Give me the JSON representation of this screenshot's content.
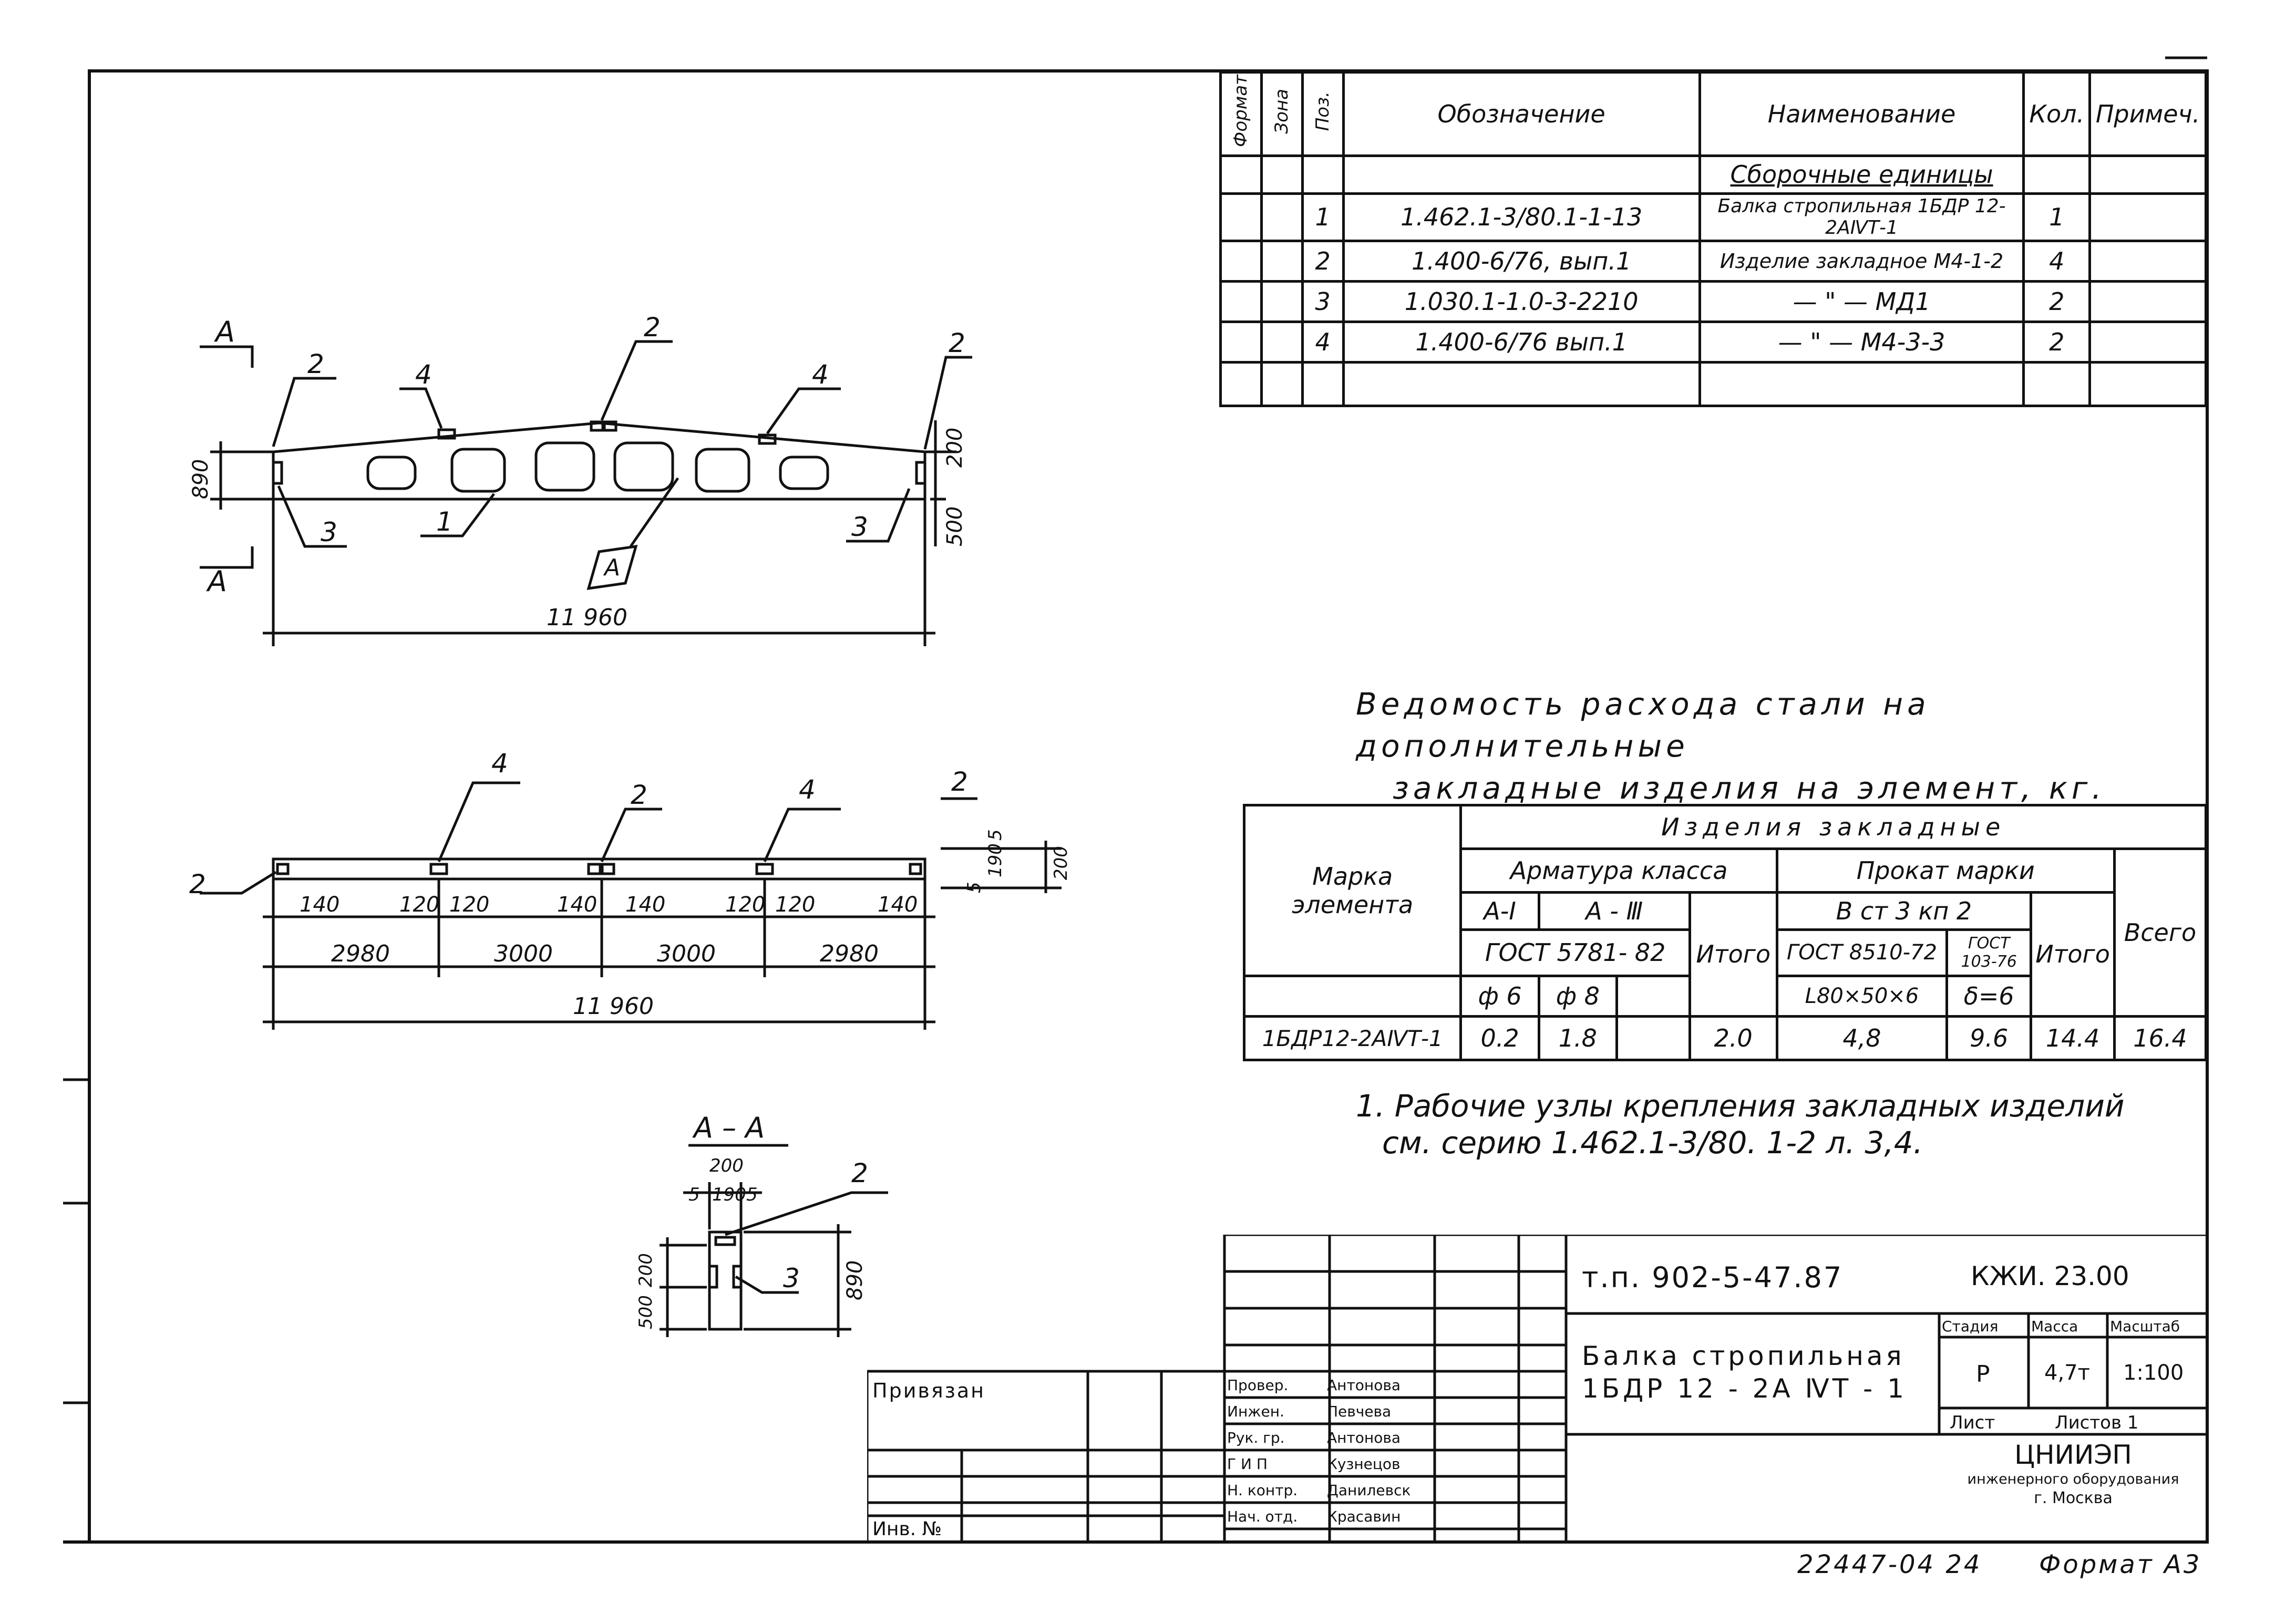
{
  "spec_table": {
    "headers": {
      "format": "Формат",
      "zone": "Зона",
      "pos": "Поз.",
      "designation": "Обозначение",
      "name": "Наименование",
      "qty": "Кол.",
      "note": "Примеч."
    },
    "section": "Сборочные единицы",
    "rows": [
      {
        "pos": "1",
        "designation": "1.462.1-3/80.1-1-13",
        "name": "Балка стропильная 1БДР 12-2АⅣТ-1",
        "qty": "1"
      },
      {
        "pos": "2",
        "designation": "1.400-6/76, вып.1",
        "name": "Изделие закладное М4-1-2",
        "qty": "4"
      },
      {
        "pos": "3",
        "designation": "1.030.1-1.0-3-2210",
        "name": "— \" — МД1",
        "qty": "2"
      },
      {
        "pos": "4",
        "designation": "1.400-6/76 вып.1",
        "name": "— \" — М4-3-3",
        "qty": "2"
      }
    ]
  },
  "drawing": {
    "section_marks": [
      "А",
      "А"
    ],
    "callouts": [
      "1",
      "2",
      "2",
      "2",
      "3",
      "3",
      "4",
      "4",
      "А"
    ],
    "beam_dims": {
      "height": "890",
      "right_top": "200",
      "right_bottom": "500",
      "length": "11 960"
    },
    "plan_callouts": [
      "2",
      "2",
      "2",
      "4",
      "4"
    ],
    "plan_dims": {
      "offsets": [
        "140",
        "120",
        "120",
        "140",
        "140",
        "120",
        "120",
        "140"
      ],
      "spans": [
        "2980",
        "3000",
        "3000",
        "2980"
      ],
      "total": "11 960",
      "right": [
        "200",
        "5",
        "190",
        "5"
      ]
    },
    "section_view": {
      "title": "А – А",
      "width": "200",
      "parts": [
        "5",
        "190",
        "5"
      ],
      "heights": [
        "500",
        "200"
      ],
      "height": "890",
      "callouts": [
        "2",
        "3"
      ]
    }
  },
  "steel": {
    "title_line1": "Ведомость расхода стали на дополнительные",
    "title_line2": "закладные изделия на элемент, кг.",
    "h_items": "Изделия закладные",
    "h_element": "Марка элемента",
    "h_rebar": "Арматура класса",
    "h_rolled": "Прокат марки",
    "h_a1": "А-Ⅰ",
    "h_a3": "А - Ⅲ",
    "h_gost_rebar": "ГОСТ 5781- 82",
    "h_total": "Итого",
    "h_vst": "В ст 3 кп 2",
    "h_gost_8510": "ГОСТ 8510-72",
    "h_gost_103": "ГОСТ 103-76",
    "h_total2": "Итого",
    "h_grand": "Всего",
    "h_d6": "ф 6",
    "h_d8": "ф 8",
    "h_angle": "L80×50×6",
    "h_s": "δ=6",
    "row": {
      "element": "1БДР12-2АⅣТ-1",
      "d6": "0.2",
      "d8": "1.8",
      "empty": "",
      "total": "2.0",
      "angle": "4,8",
      "s": "9.6",
      "total2": "14.4",
      "grand": "16.4"
    }
  },
  "note": {
    "line1": "1. Рабочие узлы крепления закладных изделий",
    "line2": "см. серию 1.462.1-3/80. 1-2 л. 3,4."
  },
  "title_block": {
    "privyazan": "Привязан",
    "inv": "Инв. №",
    "project": "т.п. 902-5-47.87",
    "code": "КЖИ. 23.00",
    "name_line1": "Балка стропильная",
    "name_line2": "1БДР 12 - 2А ⅣТ - 1",
    "stage_h": "Стадия",
    "mass_h": "Масса",
    "scale_h": "Масштаб",
    "stage": "Р",
    "mass": "4,7т",
    "scale": "1:100",
    "sheet_h": "Лист",
    "sheets_h": "Листов 1",
    "org": "ЦНИИЭП",
    "org_line2": "инженерного оборудования",
    "org_line3": "г. Москва",
    "staff": [
      {
        "role": "Провер.",
        "name": "Антонова"
      },
      {
        "role": "Инжен.",
        "name": "Певчева"
      },
      {
        "role": "Рук. гр.",
        "name": "Антонова"
      },
      {
        "role": "Г И П",
        "name": "Кузнецов"
      },
      {
        "role": "Н. контр.",
        "name": "Данилевск"
      },
      {
        "role": "Нач. отд.",
        "name": "Красавин"
      }
    ],
    "bottom_code": "22447-04 24",
    "format": "Формат А3"
  }
}
